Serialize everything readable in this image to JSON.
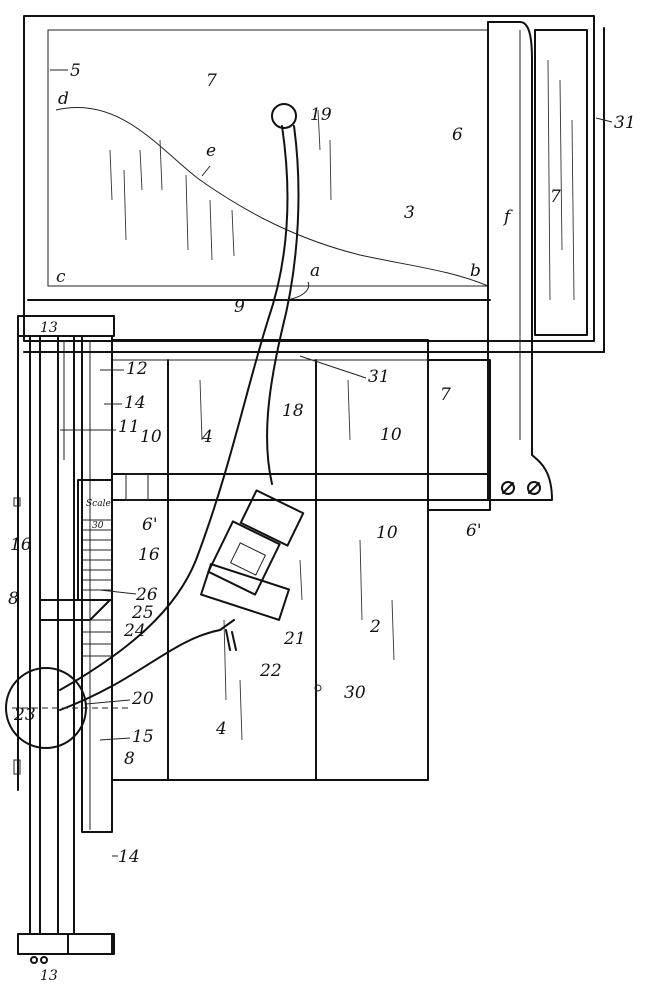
{
  "figure": {
    "scale_label": "Scale",
    "scale_number": "30",
    "refs": {
      "r5": "5",
      "r7a": "7",
      "r19": "19",
      "r31a": "31",
      "rd": "d",
      "re": "e",
      "r6": "6",
      "r7b": "7",
      "r3": "3",
      "rf": "f",
      "rc": "c",
      "ra": "a",
      "rb": "b",
      "r9": "9",
      "r13a": "13",
      "r12": "12",
      "r31b": "31",
      "r7c": "7",
      "r14a": "14",
      "r11": "11",
      "r18": "18",
      "r10a": "10",
      "r4a": "4",
      "r10b": "10",
      "r16a": "16",
      "r6pa": "6'",
      "r10c": "10",
      "r6pb": "6'",
      "r16b": "16",
      "r26": "26",
      "r8a": "8",
      "r25": "25",
      "r24": "24",
      "r21": "21",
      "r2": "2",
      "r22": "22",
      "r20": "20",
      "r23": "23",
      "r30": "30",
      "r4b": "4",
      "r15": "15",
      "r8b": "8",
      "r14b": "14",
      "r13b": "13"
    }
  }
}
